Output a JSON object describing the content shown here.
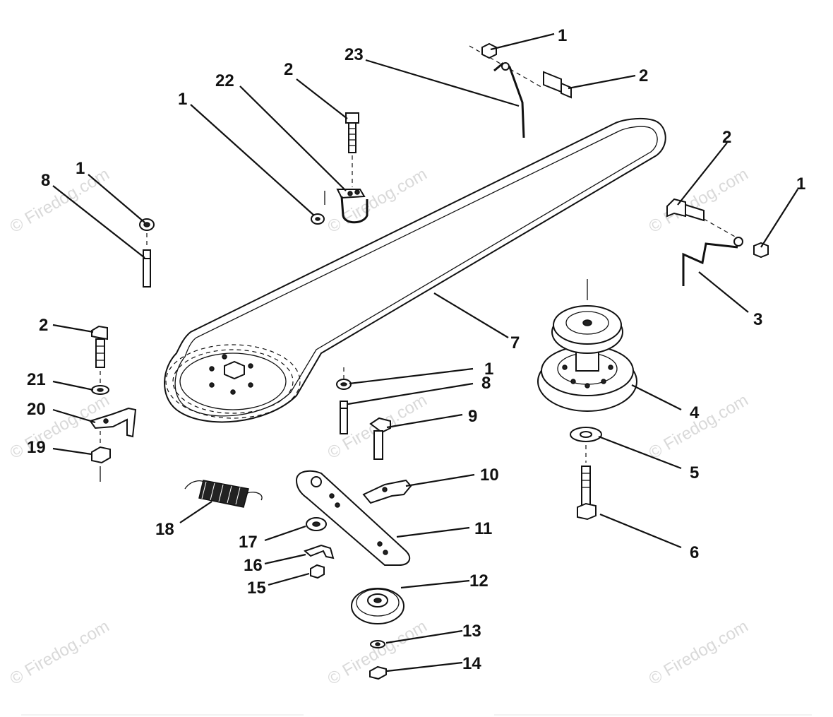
{
  "callouts": {
    "c1a": "1",
    "c23": "23",
    "c2a": "2",
    "c2b": "2",
    "c22": "22",
    "c1b": "1",
    "c1c": "1",
    "c8a": "8",
    "c2c": "2",
    "c1d": "1",
    "c3": "3",
    "c7": "7",
    "c2d": "2",
    "c21": "21",
    "c20": "20",
    "c19": "19",
    "c1e": "1",
    "c8b": "8",
    "c9": "9",
    "c10": "10",
    "c11": "11",
    "c4": "4",
    "c5": "5",
    "c6": "6",
    "c18": "18",
    "c17": "17",
    "c16": "16",
    "c15": "15",
    "c12": "12",
    "c13": "13",
    "c14": "14"
  },
  "watermark": "© Firedog.com"
}
